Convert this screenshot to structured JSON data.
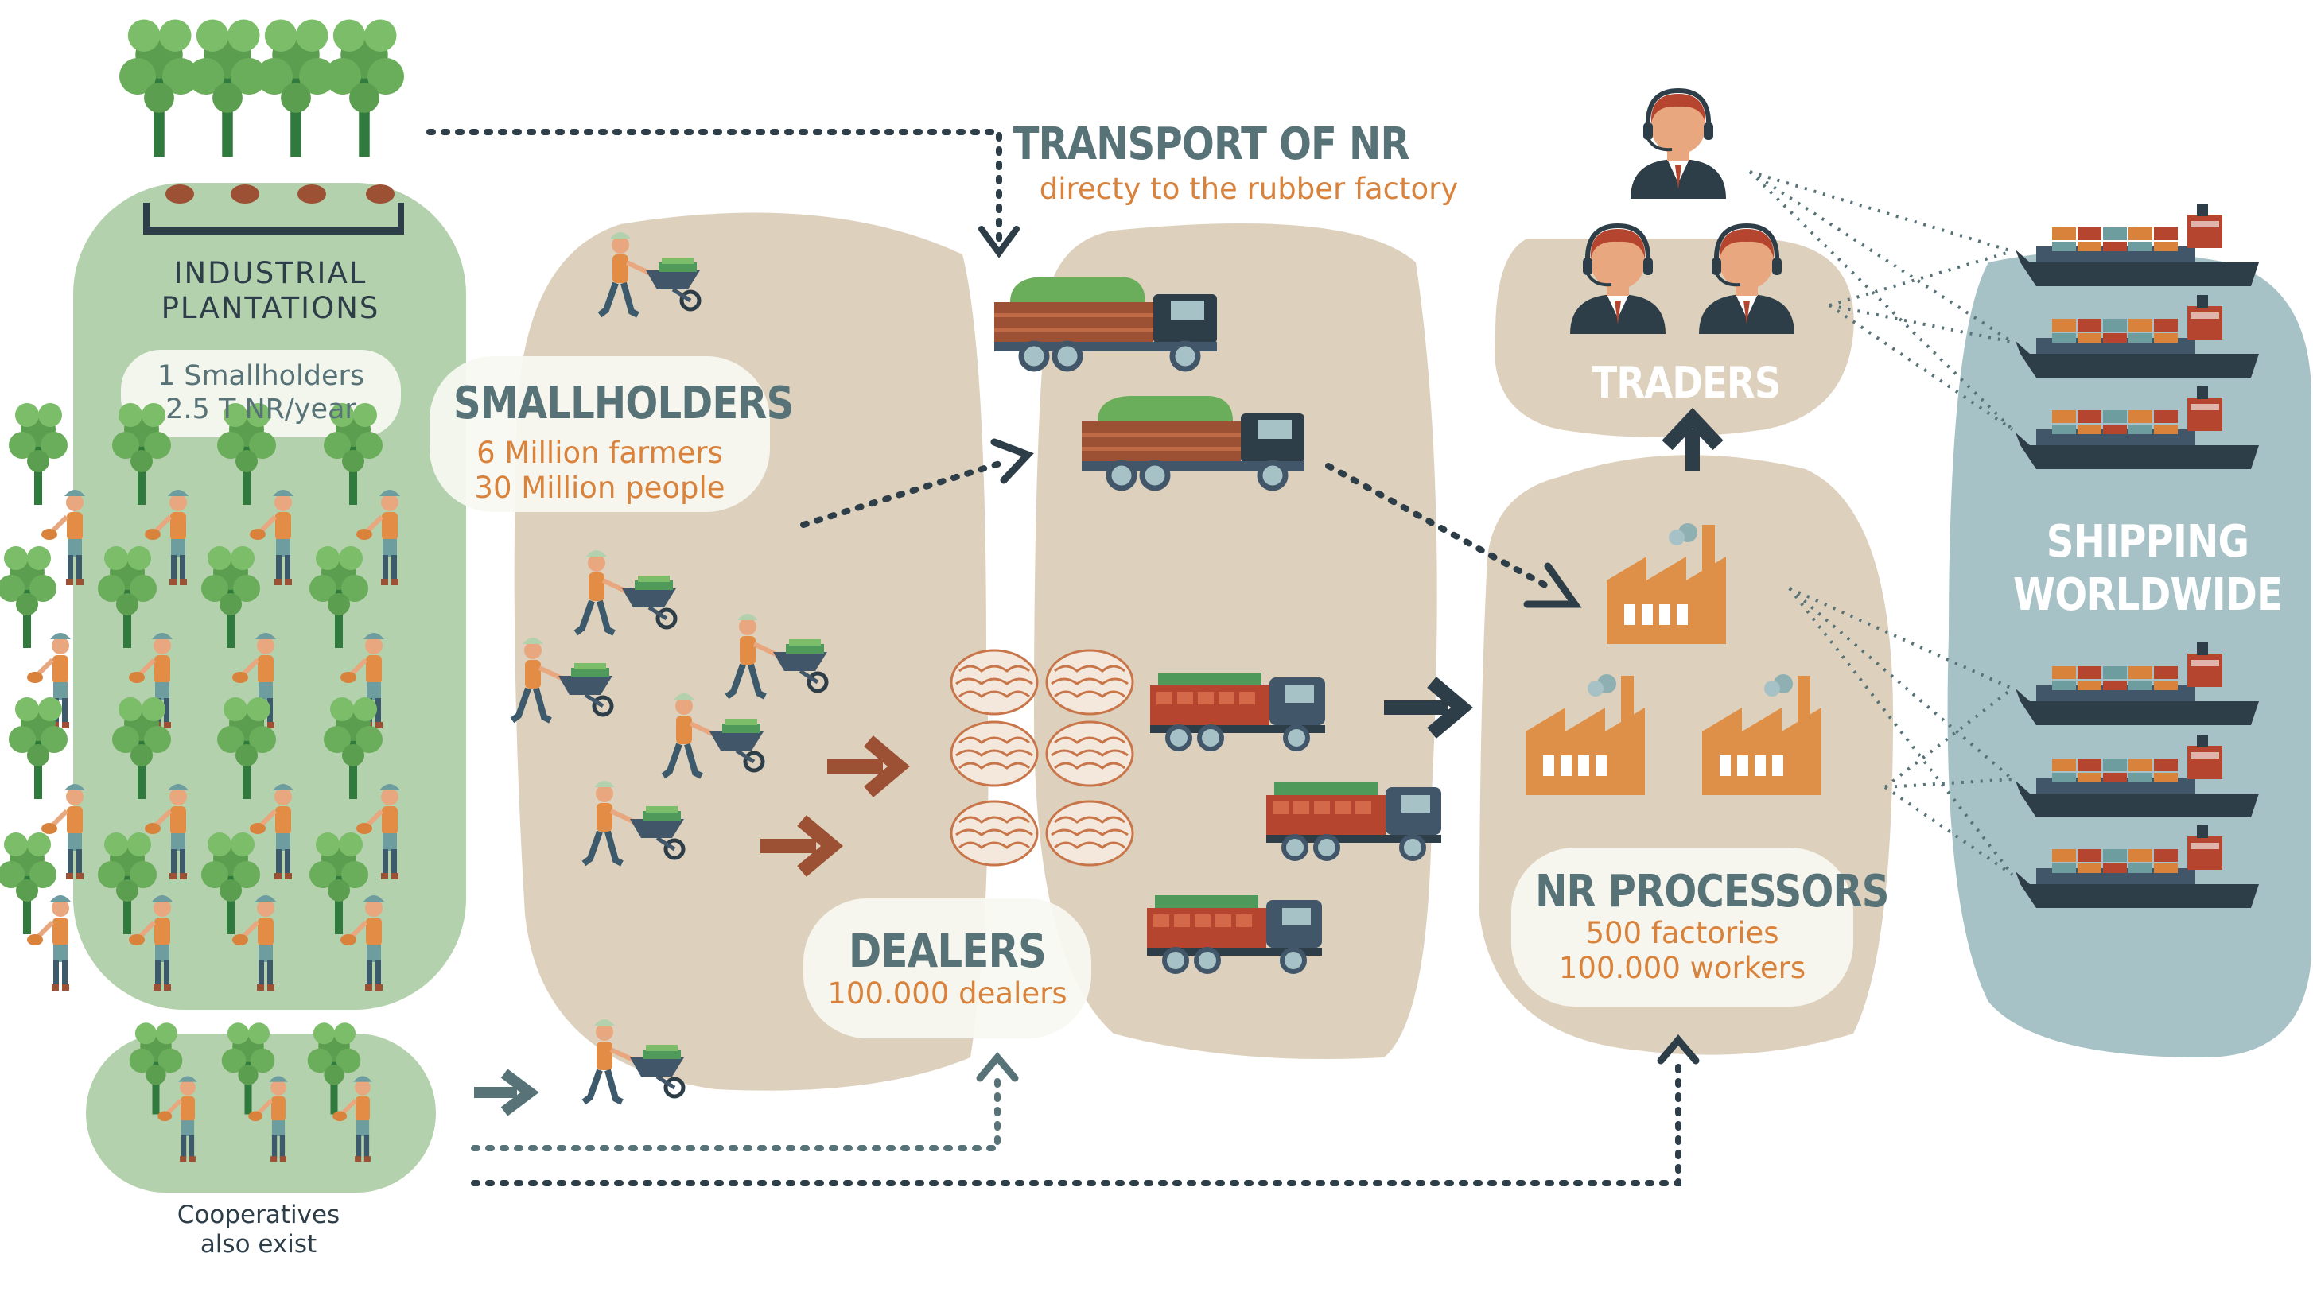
{
  "colors": {
    "green_zone": "#b3d1ad",
    "beige_zone": "#ddd1bd",
    "blue_zone": "#a7c2c6",
    "title_teal": "#577377",
    "orange_text": "#d9823b",
    "dark_navy": "#2e3e49",
    "brown_arrow": "#9c5134",
    "factory_orange": "#de8f48",
    "truck_bed_red": "#b5452e",
    "truck_cab": "#42566a"
  },
  "plantations": {
    "title_line1": "INDUSTRIAL",
    "title_line2": "PLANTATIONS",
    "note_line1": "1 Smallholders",
    "note_line2": "2.5 T NR/year"
  },
  "cooperatives": {
    "line1": "Cooperatives",
    "line2": "also exist"
  },
  "smallholders": {
    "title": "SMALLHOLDERS",
    "line1": "6 Million farmers",
    "line2": "30 Million people"
  },
  "transport": {
    "title": "TRANSPORT OF NR",
    "subtitle": "directy to the rubber factory"
  },
  "dealers": {
    "title": "DEALERS",
    "subtitle": "100.000 dealers"
  },
  "traders": {
    "title": "TRADERS"
  },
  "processors": {
    "title": "NR PROCESSORS",
    "line1": "500 factories",
    "line2": "100.000 workers"
  },
  "shipping": {
    "line1": "SHIPPING",
    "line2": "WORLDWIDE"
  },
  "icons": [
    "rubber-tree-icon",
    "farmer-icon",
    "wheelbarrow-icon",
    "truck-icon",
    "rubber-bale-icon",
    "factory-icon",
    "trader-headset-icon",
    "cargo-ship-icon"
  ]
}
